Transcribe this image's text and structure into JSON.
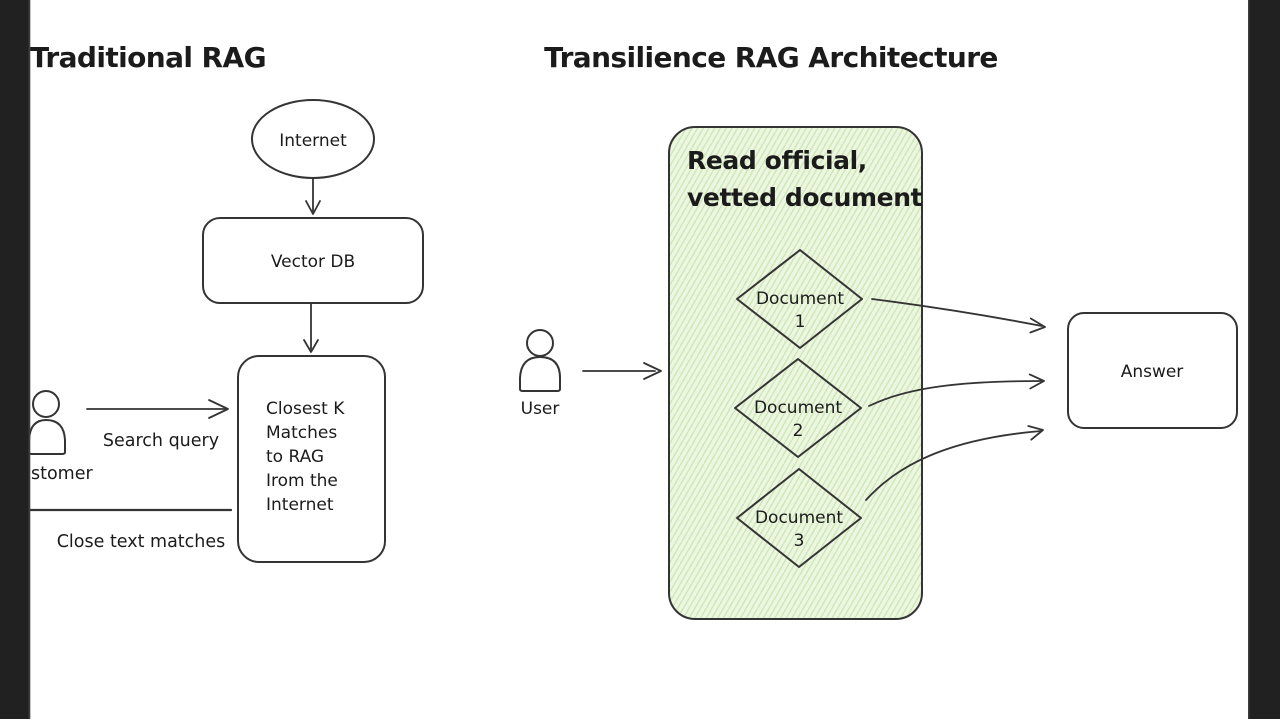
{
  "colors": {
    "bar": "#212121",
    "bar_edge": "#3d3d3d",
    "background": "#ffffff",
    "stroke": "#343434",
    "text": "#1b1b1b",
    "green_fill": "#ecf6e0",
    "green_hachure": "#c9e5b2"
  },
  "traditional": {
    "title": "Traditional RAG",
    "internet_label": "Internet",
    "vector_db_label": "Vector DB",
    "match_box_lines": [
      "Closest K",
      "Matches",
      "to RAG",
      "Irom the",
      "Internet"
    ],
    "customer_label": "stomer",
    "search_query_label": "Search query",
    "close_text_label": "Close text matches"
  },
  "transilience": {
    "title": "Transilience RAG Architecture",
    "green_box_heading_lines": [
      "Read official,",
      "vetted document"
    ],
    "user_label": "User",
    "documents": [
      {
        "label": "Document",
        "number": "1"
      },
      {
        "label": "Document",
        "number": "2"
      },
      {
        "label": "Document",
        "number": "3"
      }
    ],
    "answer_label": "Answer"
  }
}
